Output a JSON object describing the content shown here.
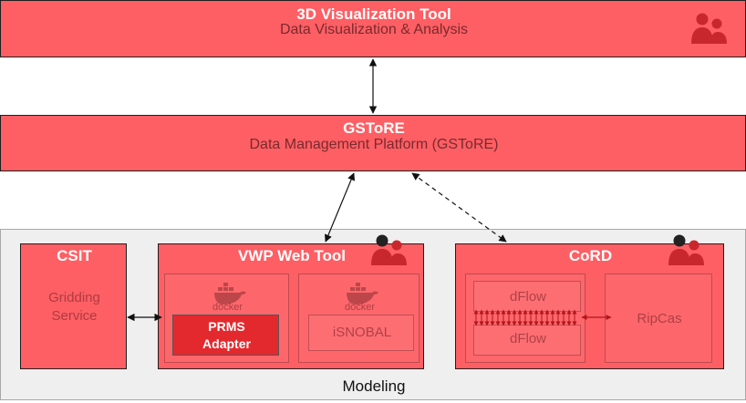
{
  "top_box": {
    "title": "3D Visualization Tool",
    "subtitle": "Data Visualization & Analysis"
  },
  "gstore_box": {
    "title": "GSToRE",
    "subtitle": "Data Management Platform (GSToRE)"
  },
  "modeling_group": {
    "label": "Modeling"
  },
  "csit_box": {
    "title": "CSIT",
    "service_label": "Gridding\nService"
  },
  "vwp_box": {
    "title": "VWP Web Tool",
    "left_panel": {
      "docker_label": "docker",
      "adapter_label": "PRMS\nAdapter"
    },
    "right_panel": {
      "docker_label": "docker",
      "isnobal_label": "iSNOBAL"
    }
  },
  "cord_box": {
    "title": "CoRD",
    "dflow_top": "dFlow",
    "dflow_bottom": "dFlow",
    "ripcas_label": "RipCas"
  },
  "icons": {
    "users": "users-icon",
    "docker": "docker-whale-icon"
  },
  "colors": {
    "box_fill": "#fd5f64",
    "icon_dark": "#c8282d",
    "group_fill": "#efefef"
  }
}
